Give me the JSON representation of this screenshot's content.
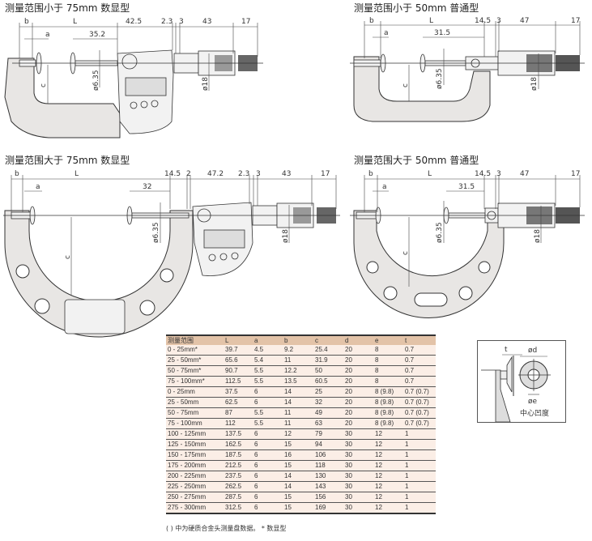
{
  "panels": [
    {
      "title": "测量范围小于 75mm 数显型",
      "dims_top": [
        "b",
        "L",
        "42.5",
        "2.3",
        "3",
        "43",
        "17"
      ],
      "dims_second": [
        "a",
        "35.2"
      ],
      "labels": {
        "c": "c",
        "spindle_dia": "ø6.35",
        "thimble_dia": "ø18"
      }
    },
    {
      "title": "测量范围小于 50mm 普通型",
      "dims_top": [
        "b",
        "L",
        "14.5",
        "3",
        "47",
        "17"
      ],
      "dims_second": [
        "a",
        "31.5"
      ],
      "labels": {
        "c": "c",
        "spindle_dia": "ø6.35",
        "thimble_dia": "ø18"
      }
    },
    {
      "title": "测量范围大于 75mm 数显型",
      "dims_top": [
        "b",
        "L",
        "14.5",
        "2",
        "47.2",
        "2.3",
        "3",
        "43",
        "17"
      ],
      "dims_second": [
        "a",
        "32"
      ],
      "labels": {
        "c": "c",
        "spindle_dia": "ø6.35",
        "thimble_dia": "ø18"
      }
    },
    {
      "title": "测量范围大于 50mm 普通型",
      "dims_top": [
        "b",
        "L",
        "14.5",
        "3",
        "47",
        "17"
      ],
      "dims_second": [
        "a",
        "31.5"
      ],
      "labels": {
        "c": "c",
        "spindle_dia": "ø6.35",
        "thimble_dia": "ø18"
      }
    }
  ],
  "table": {
    "headers": [
      "测量范围",
      "L",
      "a",
      "b",
      "c",
      "d",
      "e",
      "t"
    ],
    "rows": [
      [
        "0 - 25mm*",
        "39.7",
        "4.5",
        "9.2",
        "25.4",
        "20",
        "8",
        "0.7"
      ],
      [
        "25 - 50mm*",
        "65.6",
        "5.4",
        "11",
        "31.9",
        "20",
        "8",
        "0.7"
      ],
      [
        "50 - 75mm*",
        "90.7",
        "5.5",
        "12.2",
        "50",
        "20",
        "8",
        "0.7"
      ],
      [
        "75 - 100mm*",
        "112.5",
        "5.5",
        "13.5",
        "60.5",
        "20",
        "8",
        "0.7"
      ],
      [
        "0 - 25mm",
        "37.5",
        "6",
        "14",
        "25",
        "20",
        "8 (9.8)",
        "0.7 (0.7)"
      ],
      [
        "25 - 50mm",
        "62.5",
        "6",
        "14",
        "32",
        "20",
        "8 (9.8)",
        "0.7 (0.7)"
      ],
      [
        "50 - 75mm",
        "87",
        "5.5",
        "11",
        "49",
        "20",
        "8 (9.8)",
        "0.7 (0.7)"
      ],
      [
        "75 - 100mm",
        "112",
        "5.5",
        "11",
        "63",
        "20",
        "8 (9.8)",
        "0.7 (0.7)"
      ],
      [
        "100 - 125mm",
        "137.5",
        "6",
        "12",
        "79",
        "30",
        "12",
        "1"
      ],
      [
        "125 - 150mm",
        "162.5",
        "6",
        "15",
        "94",
        "30",
        "12",
        "1"
      ],
      [
        "150 - 175mm",
        "187.5",
        "6",
        "16",
        "106",
        "30",
        "12",
        "1"
      ],
      [
        "175 - 200mm",
        "212.5",
        "6",
        "15",
        "118",
        "30",
        "12",
        "1"
      ],
      [
        "200 - 225mm",
        "237.5",
        "6",
        "14",
        "130",
        "30",
        "12",
        "1"
      ],
      [
        "225 - 250mm",
        "262.5",
        "6",
        "14",
        "143",
        "30",
        "12",
        "1"
      ],
      [
        "250 - 275mm",
        "287.5",
        "6",
        "15",
        "156",
        "30",
        "12",
        "1"
      ],
      [
        "275 - 300mm",
        "312.5",
        "6",
        "15",
        "169",
        "30",
        "12",
        "1"
      ]
    ],
    "footnote": "( ) 中为硬质合金头测量盘数据。 * 数显型"
  },
  "detail": {
    "t": "t",
    "d": "ød",
    "e": "øe",
    "caption": "中心凹度"
  }
}
